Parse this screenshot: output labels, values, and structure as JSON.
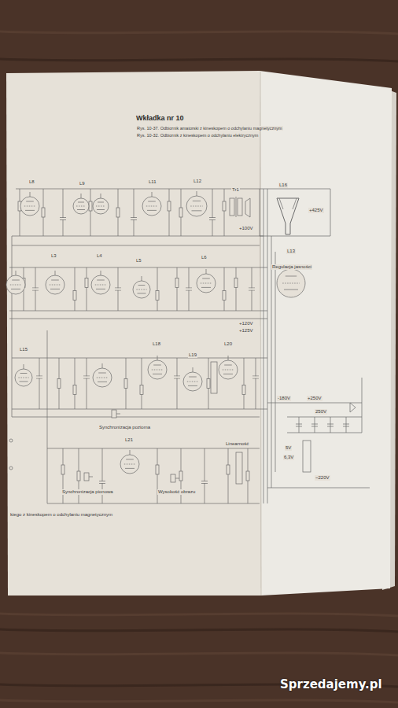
{
  "diagram": {
    "title": "Wkładka nr 10",
    "labels": [
      "Rys. 10-37. Odbiornik amatorski z kineskopem o odchylaniu magnetycznym",
      "Rys. 10-32. Odbiornik z kineskopem o odchylaniu elektrycznym",
      "L8",
      "L9",
      "L11",
      "L12",
      "Tr1",
      "L16",
      "+425V",
      "+100V",
      "L3",
      "L4",
      "L5",
      "L6",
      "L13",
      "+120V",
      "+125V",
      "L15",
      "L18",
      "L19",
      "L20",
      "Synchronizacja pozioma",
      "Synchronizacja pionowa",
      "Wysokość obrazu",
      "Linearność",
      "-180V",
      "+250V",
      "250V",
      "6,3V",
      "5V",
      "~220V",
      "kiego z kineskopem o odchylaniu magnetycznym",
      "Sprzedajemy.pl",
      "Regulacja jasności",
      "L21"
    ]
  }
}
